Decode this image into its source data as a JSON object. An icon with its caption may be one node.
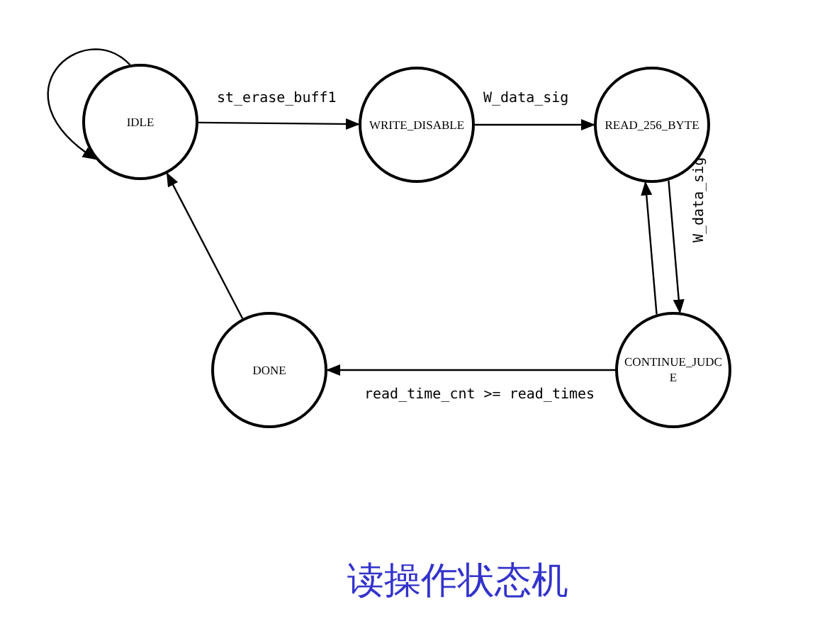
{
  "diagram": {
    "caption": "读操作状态机",
    "nodes": [
      {
        "text": [
          "IDLE"
        ]
      },
      {
        "text": [
          "WRITE_DISABLE"
        ]
      },
      {
        "text": [
          "READ_256_BYTE"
        ]
      },
      {
        "text": [
          "CONTINUE_JUDCE"
        ]
      },
      {
        "text": [
          "DONE"
        ]
      }
    ],
    "edges": [
      {
        "from": 0,
        "to": 0,
        "arrow": "to"
      },
      {
        "from": 0,
        "to": 1,
        "label": "st_erase_buff1",
        "arrow": "to"
      },
      {
        "from": 1,
        "to": 2,
        "label": "W_data_sig",
        "arrow": "to"
      },
      {
        "from": 2,
        "to": 3,
        "label": "W_data_sig",
        "arrow": "to"
      },
      {
        "from": 3,
        "to": 2,
        "arrow": "to"
      },
      {
        "from": 3,
        "to": 4,
        "label": "read_time_cnt >= read_times",
        "arrow": "to"
      },
      {
        "from": 4,
        "to": 0,
        "arrow": "to"
      }
    ]
  }
}
